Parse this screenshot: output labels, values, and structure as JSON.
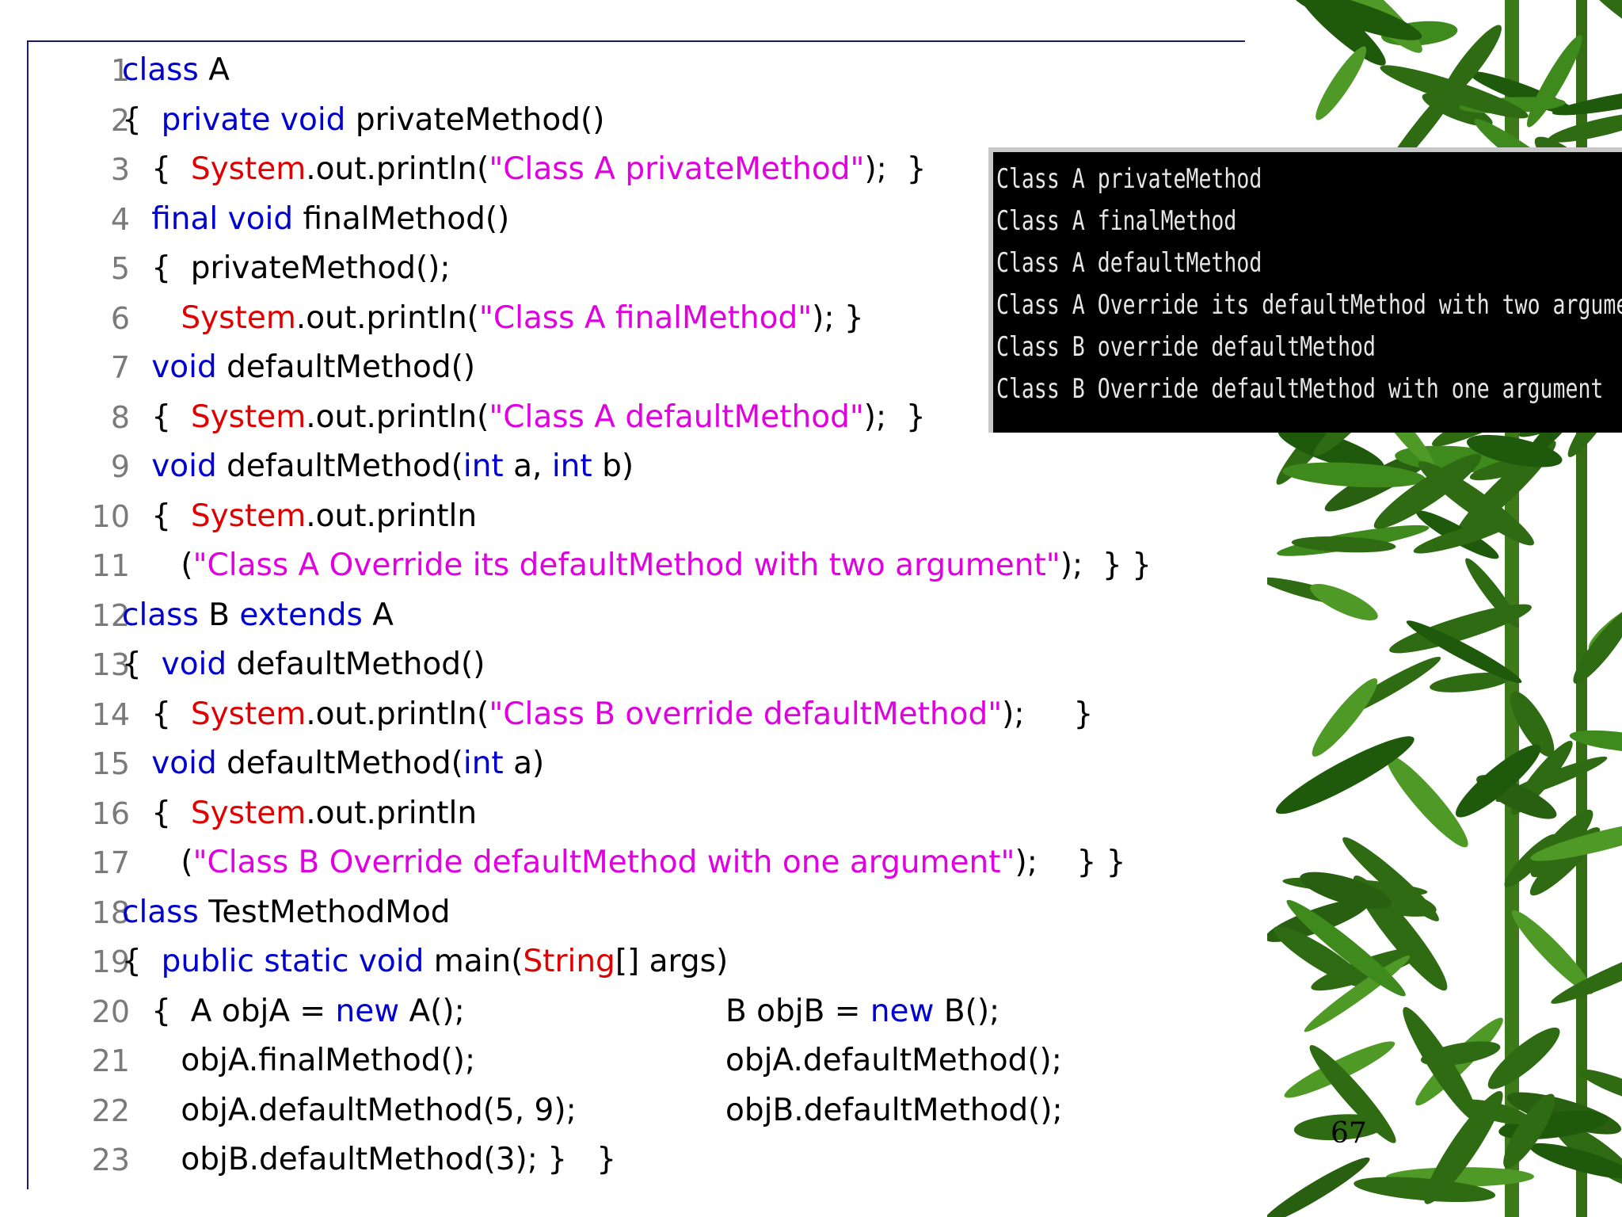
{
  "code_lines": [
    {
      "num": "1",
      "parts": [
        {
          "t": "class",
          "c": "kw"
        },
        {
          "t": " A"
        }
      ]
    },
    {
      "num": "2",
      "parts": [
        {
          "t": "{  "
        },
        {
          "t": "private void",
          "c": "kw"
        },
        {
          "t": " privateMethod()"
        }
      ]
    },
    {
      "num": "3",
      "parts": [
        {
          "t": "   {  "
        },
        {
          "t": "System",
          "c": "sys"
        },
        {
          "t": ".out.println("
        },
        {
          "t": "\"Class A privateMethod\"",
          "c": "str"
        },
        {
          "t": ");  }"
        }
      ]
    },
    {
      "num": "4",
      "parts": [
        {
          "t": "   "
        },
        {
          "t": "final void",
          "c": "kw"
        },
        {
          "t": " finalMethod()"
        }
      ]
    },
    {
      "num": "5",
      "parts": [
        {
          "t": "   {  privateMethod();"
        }
      ]
    },
    {
      "num": "6",
      "parts": [
        {
          "t": "      "
        },
        {
          "t": "System",
          "c": "sys"
        },
        {
          "t": ".out.println("
        },
        {
          "t": "\"Class A finalMethod\"",
          "c": "str"
        },
        {
          "t": "); }"
        }
      ]
    },
    {
      "num": "7",
      "parts": [
        {
          "t": "   "
        },
        {
          "t": "void",
          "c": "kw"
        },
        {
          "t": " defaultMethod()"
        }
      ]
    },
    {
      "num": "8",
      "parts": [
        {
          "t": "   {  "
        },
        {
          "t": "System",
          "c": "sys"
        },
        {
          "t": ".out.println("
        },
        {
          "t": "\"Class A defaultMethod\"",
          "c": "str"
        },
        {
          "t": ");  }"
        }
      ]
    },
    {
      "num": "9",
      "parts": [
        {
          "t": "   "
        },
        {
          "t": "void",
          "c": "kw"
        },
        {
          "t": " defaultMethod("
        },
        {
          "t": "int",
          "c": "kw"
        },
        {
          "t": " a, "
        },
        {
          "t": "int",
          "c": "kw"
        },
        {
          "t": " b)"
        }
      ]
    },
    {
      "num": "10",
      "parts": [
        {
          "t": "   {  "
        },
        {
          "t": "System",
          "c": "sys"
        },
        {
          "t": ".out.println"
        }
      ]
    },
    {
      "num": "11",
      "parts": [
        {
          "t": "      ("
        },
        {
          "t": "\"Class A Override its defaultMethod with two argument\"",
          "c": "str"
        },
        {
          "t": ");  } }"
        }
      ]
    },
    {
      "num": "12",
      "parts": [
        {
          "t": "class",
          "c": "kw"
        },
        {
          "t": " B "
        },
        {
          "t": "extends",
          "c": "kw"
        },
        {
          "t": " A"
        }
      ]
    },
    {
      "num": "13",
      "parts": [
        {
          "t": "{  "
        },
        {
          "t": "void",
          "c": "kw"
        },
        {
          "t": " defaultMethod()"
        }
      ]
    },
    {
      "num": "14",
      "parts": [
        {
          "t": "   {  "
        },
        {
          "t": "System",
          "c": "sys"
        },
        {
          "t": ".out.println("
        },
        {
          "t": "\"Class B override defaultMethod\"",
          "c": "str"
        },
        {
          "t": ");     }"
        }
      ]
    },
    {
      "num": "15",
      "parts": [
        {
          "t": "   "
        },
        {
          "t": "void",
          "c": "kw"
        },
        {
          "t": " defaultMethod("
        },
        {
          "t": "int",
          "c": "kw"
        },
        {
          "t": " a)"
        }
      ]
    },
    {
      "num": "16",
      "parts": [
        {
          "t": "   {  "
        },
        {
          "t": "System",
          "c": "sys"
        },
        {
          "t": ".out.println"
        }
      ]
    },
    {
      "num": "17",
      "parts": [
        {
          "t": "      ("
        },
        {
          "t": "\"Class B Override defaultMethod with one argument\"",
          "c": "str"
        },
        {
          "t": ");    } }"
        }
      ]
    },
    {
      "num": "18",
      "parts": [
        {
          "t": "class",
          "c": "kw"
        },
        {
          "t": " TestMethodMod"
        }
      ]
    },
    {
      "num": "19",
      "parts": [
        {
          "t": "{  "
        },
        {
          "t": "public static void",
          "c": "kw"
        },
        {
          "t": " main("
        },
        {
          "t": "String",
          "c": "sys"
        },
        {
          "t": "[] args)"
        }
      ]
    },
    {
      "num": "20",
      "parts": [
        {
          "t": "   {  A objA = "
        },
        {
          "t": "new",
          "c": "kw"
        },
        {
          "t": " A();"
        }
      ],
      "col2": [
        {
          "t": "B objB = "
        },
        {
          "t": "new",
          "c": "kw"
        },
        {
          "t": " B();"
        }
      ]
    },
    {
      "num": "21",
      "parts": [
        {
          "t": "      objA.finalMethod();"
        }
      ],
      "col2": [
        {
          "t": "objA.defaultMethod();"
        }
      ]
    },
    {
      "num": "22",
      "parts": [
        {
          "t": "      objA.defaultMethod(5, 9);"
        }
      ],
      "col2": [
        {
          "t": "objB.defaultMethod();"
        }
      ]
    },
    {
      "num": "23",
      "parts": [
        {
          "t": "      objB.defaultMethod(3); }   }"
        }
      ]
    }
  ],
  "console_output": [
    "Class A privateMethod",
    "Class A finalMethod",
    "Class A defaultMethod",
    "Class A Override its defaultMethod with two argument",
    "Class B override defaultMethod",
    "Class B Override defaultMethod with one argument"
  ],
  "page_number": "67",
  "colors": {
    "keyword": "#0000d0",
    "system": "#e00000",
    "string": "#e000e0",
    "line_number": "#7a7a7a",
    "console_bg": "#000000",
    "bamboo": "#2f6b12"
  },
  "icons": [
    "bamboo-decoration"
  ]
}
